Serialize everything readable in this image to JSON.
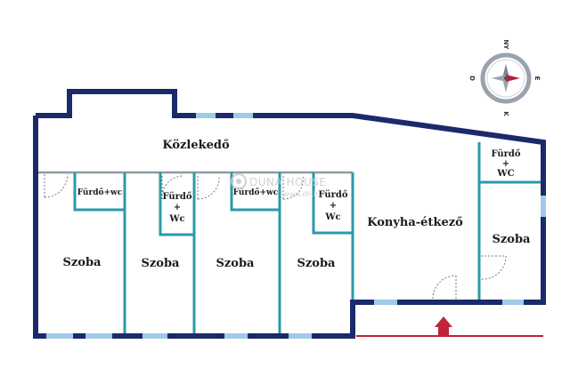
{
  "colors": {
    "outer_wall": "#1b2a6b",
    "inner_wall": "#2a9aa8",
    "window": "#9ecbe6",
    "door_arc": "#7a7a7a",
    "entry_arrow": "#c0233a",
    "compass_ring": "#9aa3ad",
    "compass_needle_east": "#b02040"
  },
  "rooms": {
    "corridor": "Közlekedő",
    "bath1": "Fürdő+wc",
    "bath2": [
      "Fürdő",
      "+",
      "Wc"
    ],
    "bath3": "Fürdő+wc",
    "bath4": [
      "Fürdő",
      "+",
      "Wc"
    ],
    "bath5": [
      "Fürdő",
      "+",
      "WC"
    ],
    "room1": "Szoba",
    "room2": "Szoba",
    "room3": "Szoba",
    "room4": "Szoba",
    "room5": "Szoba",
    "kitchen": "Konyha-étkező"
  },
  "compass": {
    "north": "NY",
    "east": "É",
    "south": "K",
    "west": "D"
  },
  "watermark": {
    "brand": "DUNA HOUSE",
    "url": "www.dh.hu"
  }
}
